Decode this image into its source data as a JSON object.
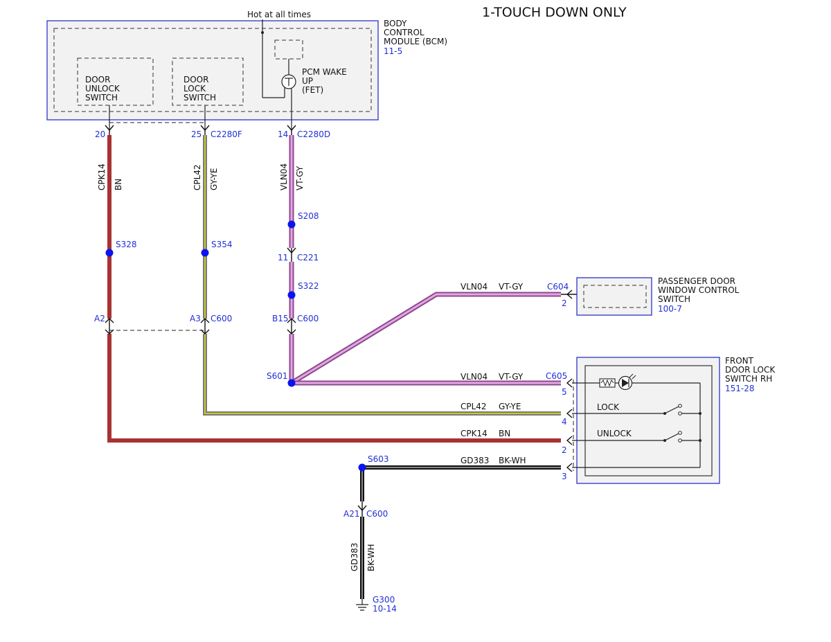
{
  "title": "1-TOUCH DOWN ONLY",
  "colors": {
    "brown": "#a83232",
    "violet": "#d98cd9",
    "gray_yellow": "#c9c62a",
    "black": "#111111",
    "splice": "#0a14f0",
    "ref_blue": "#1f2fd6"
  },
  "hot_label": "Hot at all times",
  "bcm": {
    "name_lines": [
      "BODY",
      "CONTROL",
      "MODULE (BCM)"
    ],
    "ref": "11-5",
    "door_unlock_lines": [
      "DOOR",
      "UNLOCK",
      "SWITCH"
    ],
    "door_lock_lines": [
      "DOOR",
      "LOCK",
      "SWITCH"
    ],
    "pcm_lines": [
      "PCM WAKE",
      "UP",
      "(FET)"
    ]
  },
  "pins": {
    "bcm_brown": "20",
    "bcm_gy": "25",
    "bcm_gy_conn": "C2280F",
    "bcm_vt": "14",
    "bcm_vt_conn": "C2280D",
    "c221_pin": "11",
    "c221": "C221",
    "c600_brown": "A2",
    "c600_gy": "A3",
    "c600_vt": "B15",
    "c600": "C600",
    "c600_gnd": "A21",
    "c604_pin": "2",
    "c604": "C604",
    "c605": "C605",
    "c605_pins": [
      "5",
      "4",
      "2",
      "3"
    ]
  },
  "wires": {
    "brown": {
      "circuit": "CPK14",
      "color": "BN"
    },
    "gy": {
      "circuit": "CPL42",
      "color": "GY-YE"
    },
    "vt": {
      "circuit": "VLN04",
      "color": "VT-GY"
    },
    "gnd": {
      "circuit": "GD383",
      "color": "BK-WH"
    }
  },
  "splices": {
    "s328": "S328",
    "s354": "S354",
    "s208": "S208",
    "s322": "S322",
    "s601": "S601",
    "s603": "S603"
  },
  "passenger_switch": {
    "name_lines": [
      "PASSENGER DOOR",
      "WINDOW CONTROL",
      "SWITCH"
    ],
    "ref": "100-7"
  },
  "front_switch": {
    "name_lines": [
      "FRONT",
      "DOOR LOCK",
      "SWITCH RH"
    ],
    "ref": "151-28",
    "lock": "LOCK",
    "unlock": "UNLOCK"
  },
  "ground": {
    "name": "G300",
    "ref": "10-14"
  }
}
